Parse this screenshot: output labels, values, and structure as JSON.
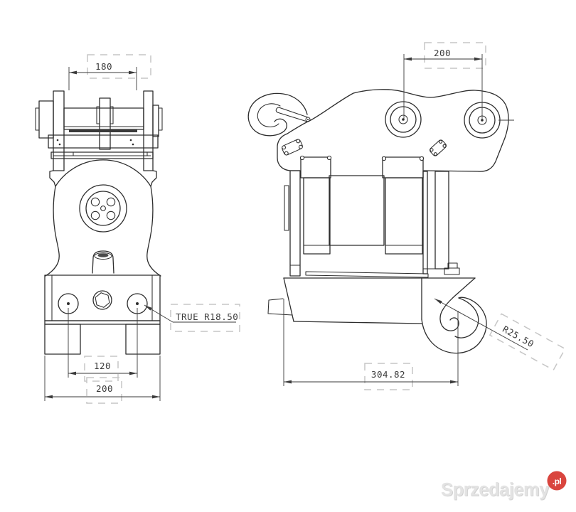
{
  "front_view": {
    "dim_top_width": "180",
    "dim_hole_spacing": "120",
    "dim_base_width": "200",
    "radius_callout": "TRUE R18.50"
  },
  "side_view": {
    "dim_pin_spacing": "200",
    "dim_overall_length": "304.82",
    "radius_callout": "R25.50"
  },
  "watermark": {
    "brand": "Sprzedajemy",
    "tld": ".pl",
    "badge_color": "#d9453e",
    "text_color": "#e3e3e3"
  },
  "colors": {
    "line": "#2d2d2d",
    "dashed_box": "#c6c6c6",
    "background": "#ffffff"
  }
}
